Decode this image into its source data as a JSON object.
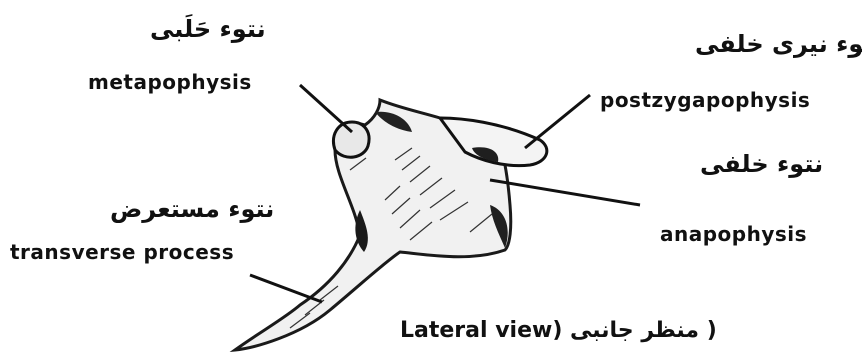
{
  "labels": {
    "metapophysis": {
      "urdu": "نتوء حَلَبی",
      "english": "metapophysis"
    },
    "postzygapophysis": {
      "urdu": "نتوء نیری خلفی",
      "english": "postzygapophysis"
    },
    "anapophysis": {
      "urdu": "نتوء خلفی",
      "english": "anapophysis"
    },
    "transverse_process": {
      "urdu": "نتوء مستعرض",
      "english": "transverse process"
    }
  },
  "caption": "( منظر جانبی (Lateral view"
}
